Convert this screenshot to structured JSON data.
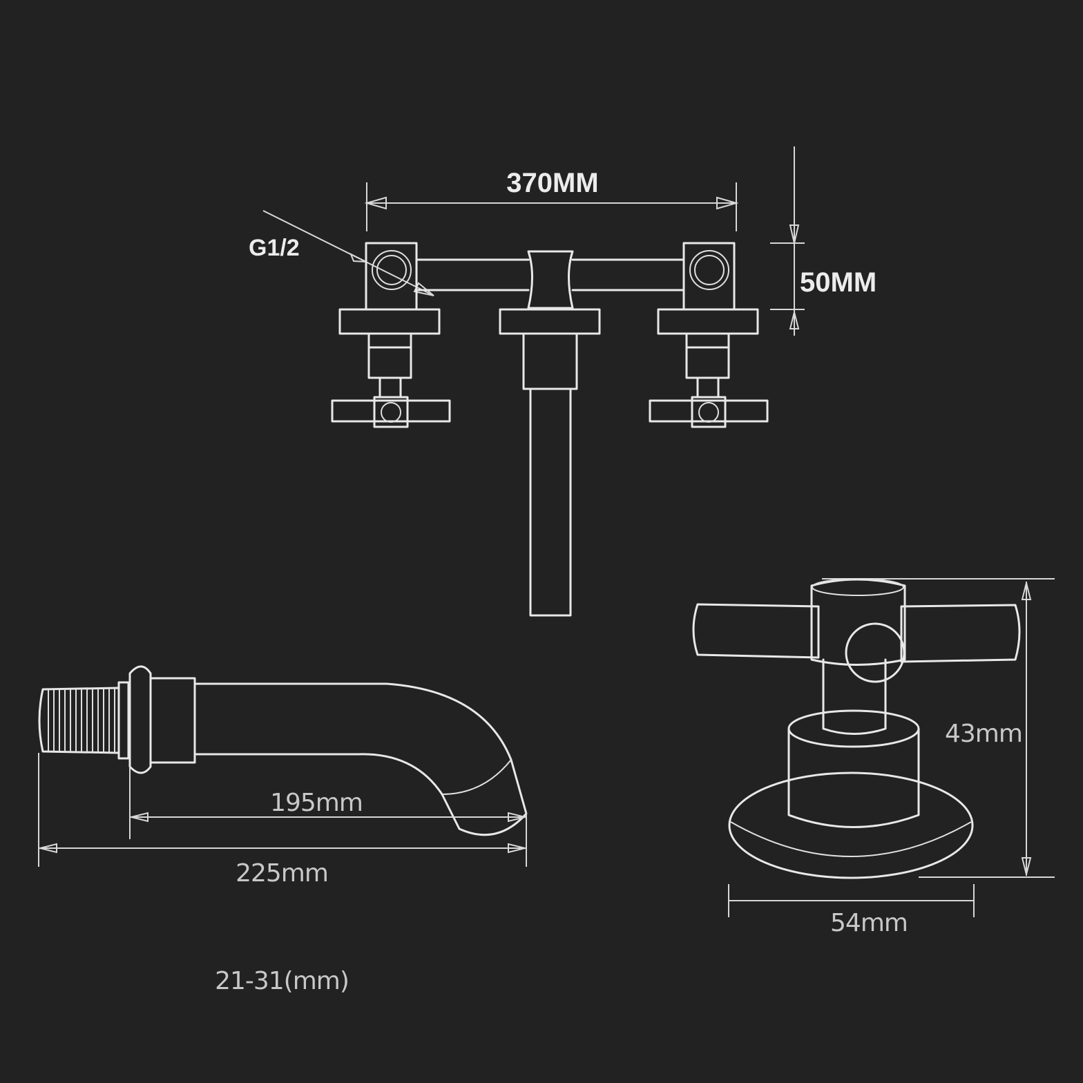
{
  "labels": {
    "width_between_handles": "370MM",
    "thread_size": "G1/2",
    "backplate_height": "50MM",
    "spout_inner_length": "195mm",
    "spout_total_length": "225mm",
    "wall_range": "21-31(mm)",
    "handle_height": "43mm",
    "handle_base_diameter": "54mm"
  },
  "colors": {
    "background": "#222222",
    "line": "#e8e8e8",
    "text": "#ececec"
  }
}
